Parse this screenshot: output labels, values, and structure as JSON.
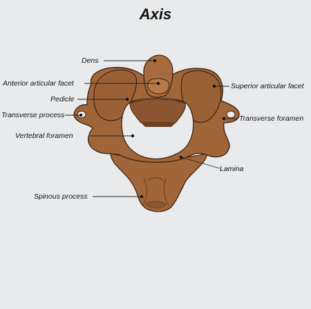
{
  "title": "Axis",
  "colors": {
    "background": "#e9eaec",
    "bone": "#a0663a",
    "bone_dark": "#6e4020",
    "bone_light": "#b8794a",
    "outline": "#3f2410"
  },
  "labels": {
    "dens": "Dens",
    "anterior_articular_facet": "Anterior articular facet",
    "pedicle": "Pedicle",
    "transverse_process": "Transverse process",
    "vertebral_foramen": "Vertebral foramen",
    "spinous_process": "Spinous process",
    "superior_articular_facet": "Superior articular facet",
    "transverse_foramen": "Transverse foramen",
    "lamina": "Lamina"
  }
}
